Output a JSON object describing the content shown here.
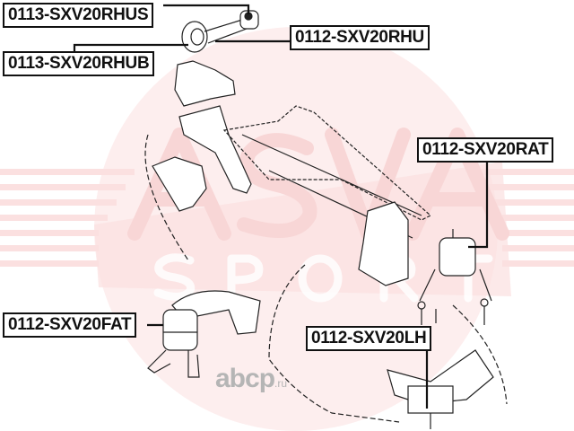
{
  "labels": {
    "rhus": "0113-SXV20RHUS",
    "rhu": "0112-SXV20RHU",
    "rhub": "0113-SXV20RHUB",
    "rat": "0112-SXV20RAT",
    "fat": "0112-SXV20FAT",
    "lh": "0112-SXV20LH"
  },
  "watermark": {
    "brand": "ASVA",
    "sub": "SPORT",
    "site": "abcp",
    "site_tld": ".ru"
  },
  "colors": {
    "watermark": "#f6d3d3",
    "label_border": "#111111"
  }
}
